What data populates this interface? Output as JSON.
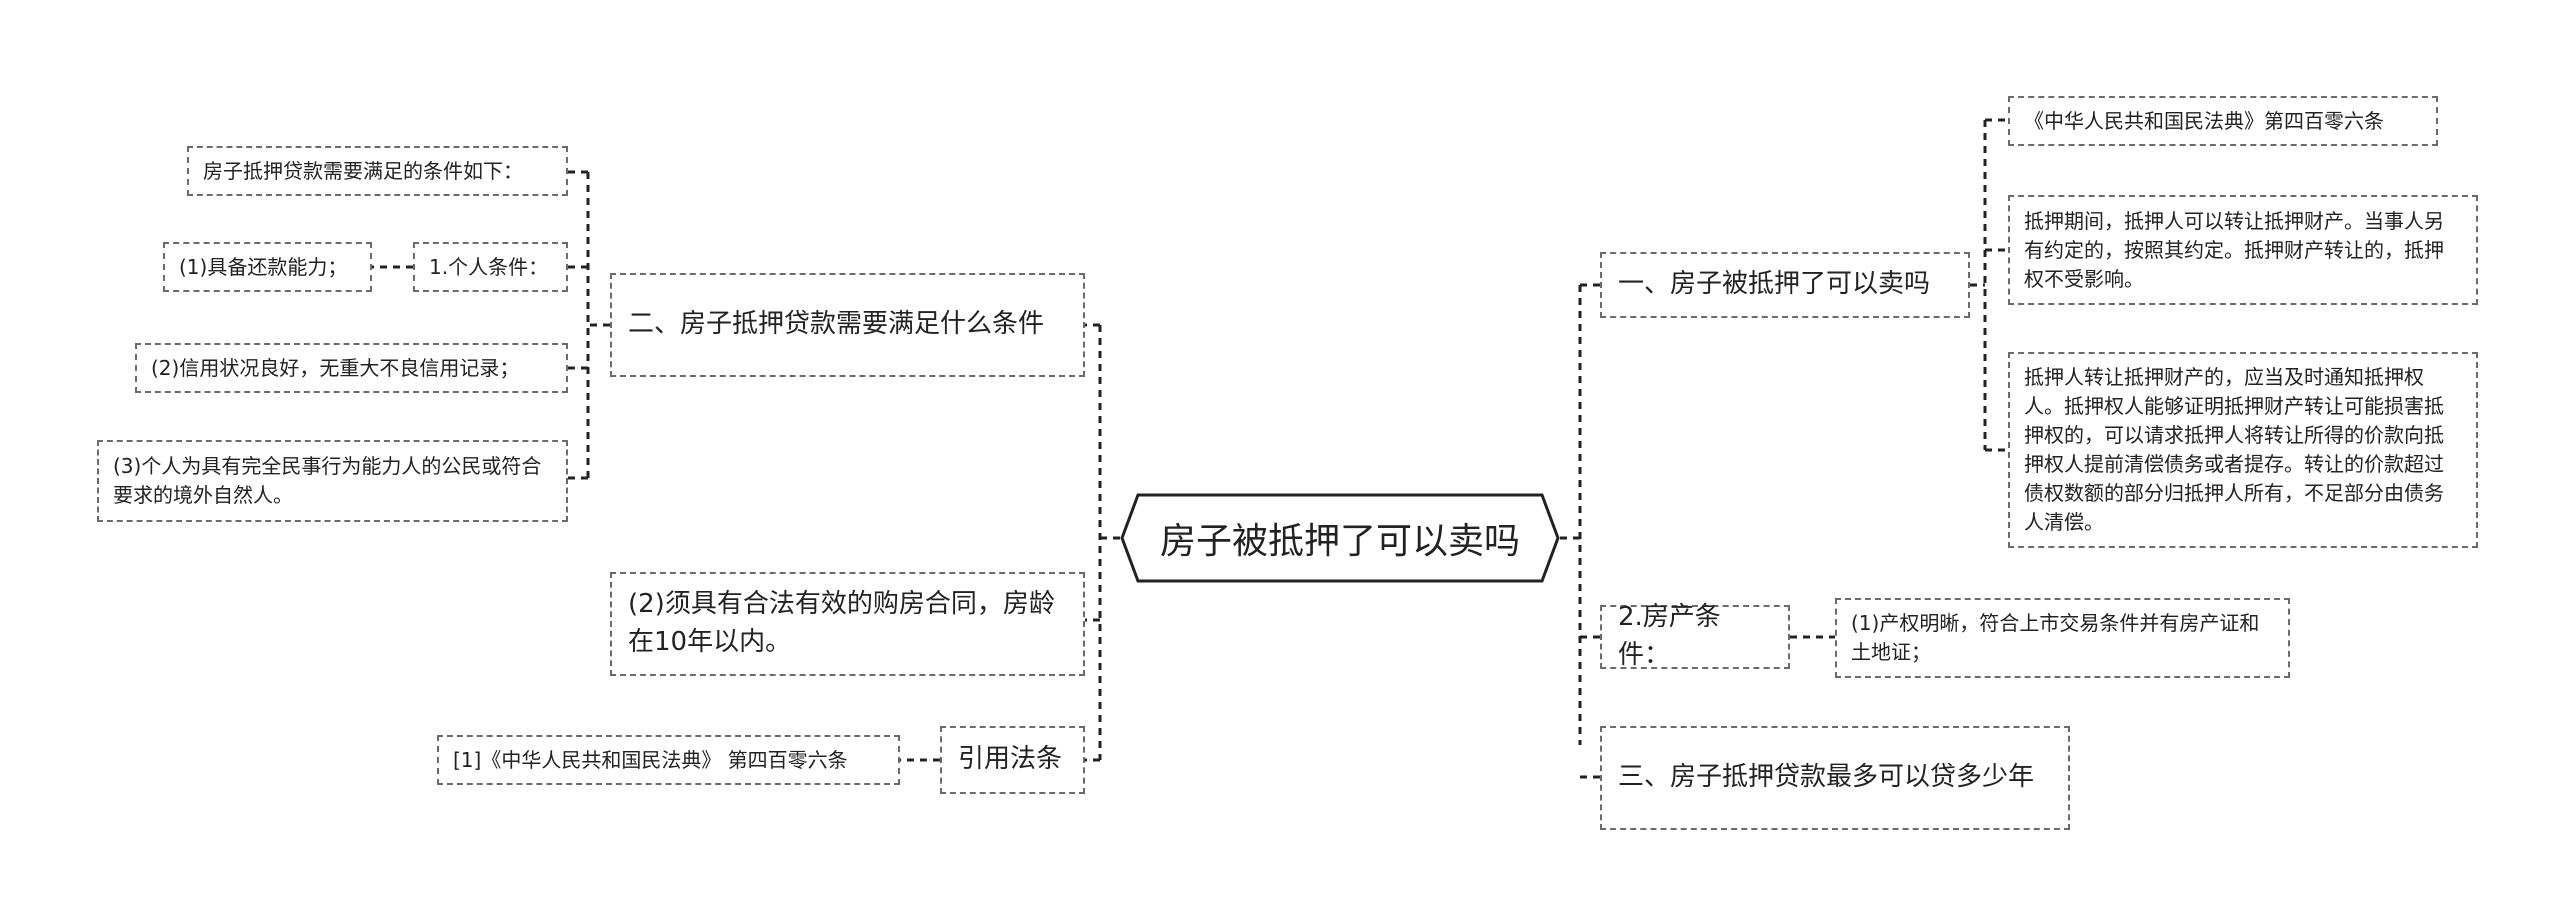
{
  "root": "房子被抵押了可以卖吗",
  "right": {
    "q1": {
      "label": "一、房子被抵押了可以卖吗",
      "children": [
        "《中华人民共和国民法典》第四百零六条",
        "抵押期间，抵押人可以转让抵押财产。当事人另有约定的，按照其约定。抵押财产转让的，抵押权不受影响。",
        "抵押人转让抵押财产的，应当及时通知抵押权人。抵押权人能够证明抵押财产转让可能损害抵押权的，可以请求抵押人将转让所得的价款向抵押权人提前清偿债务或者提存。转让的价款超过债权数额的部分归抵押人所有，不足部分由债务人清偿。"
      ]
    },
    "property": {
      "label": "2.房产条件：",
      "child": "(1)产权明晰，符合上市交易条件并有房产证和土地证；"
    },
    "q3": {
      "label": "三、房子抵押贷款最多可以贷多少年"
    }
  },
  "left": {
    "q2": {
      "label": "二、房子抵押贷款需要满足什么条件",
      "conditions_intro": "房子抵押贷款需要满足的条件如下：",
      "personal": {
        "label": "1.个人条件：",
        "child": "(1)具备还款能力；"
      },
      "credit": "(2)信用状况良好，无重大不良信用记录；",
      "capacity": "(3)个人为具有完全民事行为能力人的公民或符合要求的境外自然人。"
    },
    "contract": {
      "label": "(2)须具有合法有效的购房合同，房龄在10年以内。"
    },
    "citation": {
      "label": "引用法条",
      "child": "[1]《中华人民共和国民法典》 第四百零六条"
    }
  },
  "colors": {
    "line": "#222222",
    "border": "#6b6b6b",
    "text": "#222222"
  }
}
